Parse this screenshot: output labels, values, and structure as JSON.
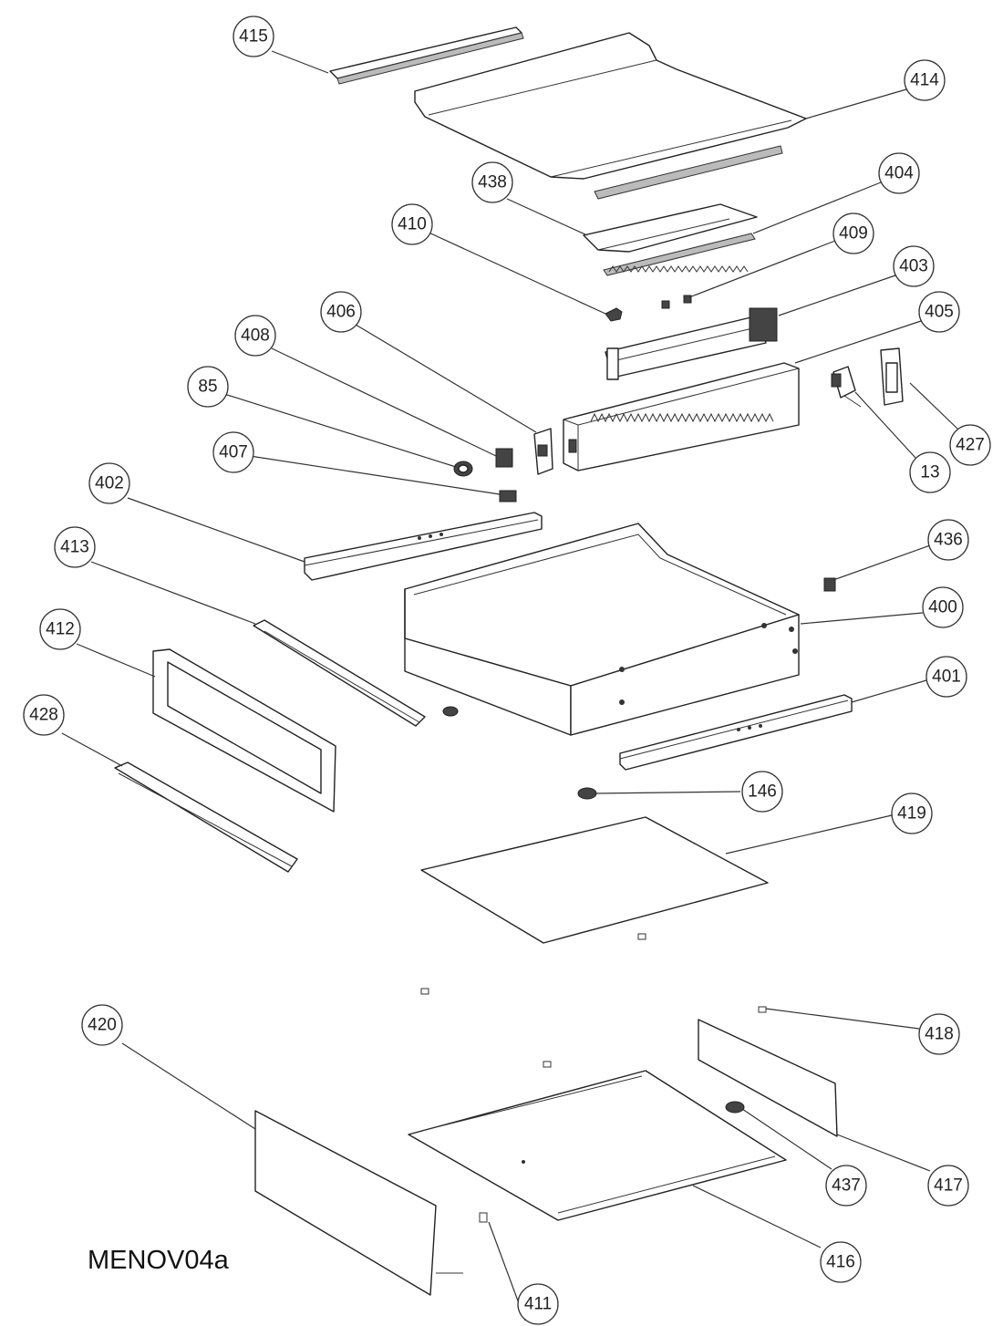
{
  "drawing_code": "MENOV04a",
  "callouts": [
    {
      "id": "415",
      "label": "415"
    },
    {
      "id": "414",
      "label": "414"
    },
    {
      "id": "438",
      "label": "438"
    },
    {
      "id": "404",
      "label": "404"
    },
    {
      "id": "410",
      "label": "410"
    },
    {
      "id": "409",
      "label": "409"
    },
    {
      "id": "403",
      "label": "403"
    },
    {
      "id": "406",
      "label": "406"
    },
    {
      "id": "405",
      "label": "405"
    },
    {
      "id": "408",
      "label": "408"
    },
    {
      "id": "85",
      "label": "85"
    },
    {
      "id": "407",
      "label": "407"
    },
    {
      "id": "13",
      "label": "13"
    },
    {
      "id": "427",
      "label": "427"
    },
    {
      "id": "402",
      "label": "402"
    },
    {
      "id": "413",
      "label": "413"
    },
    {
      "id": "436",
      "label": "436"
    },
    {
      "id": "412",
      "label": "412"
    },
    {
      "id": "400",
      "label": "400"
    },
    {
      "id": "401",
      "label": "401"
    },
    {
      "id": "428",
      "label": "428"
    },
    {
      "id": "146",
      "label": "146"
    },
    {
      "id": "419",
      "label": "419"
    },
    {
      "id": "420",
      "label": "420"
    },
    {
      "id": "418",
      "label": "418"
    },
    {
      "id": "437",
      "label": "437"
    },
    {
      "id": "417",
      "label": "417"
    },
    {
      "id": "416",
      "label": "416"
    },
    {
      "id": "411",
      "label": "411"
    }
  ]
}
